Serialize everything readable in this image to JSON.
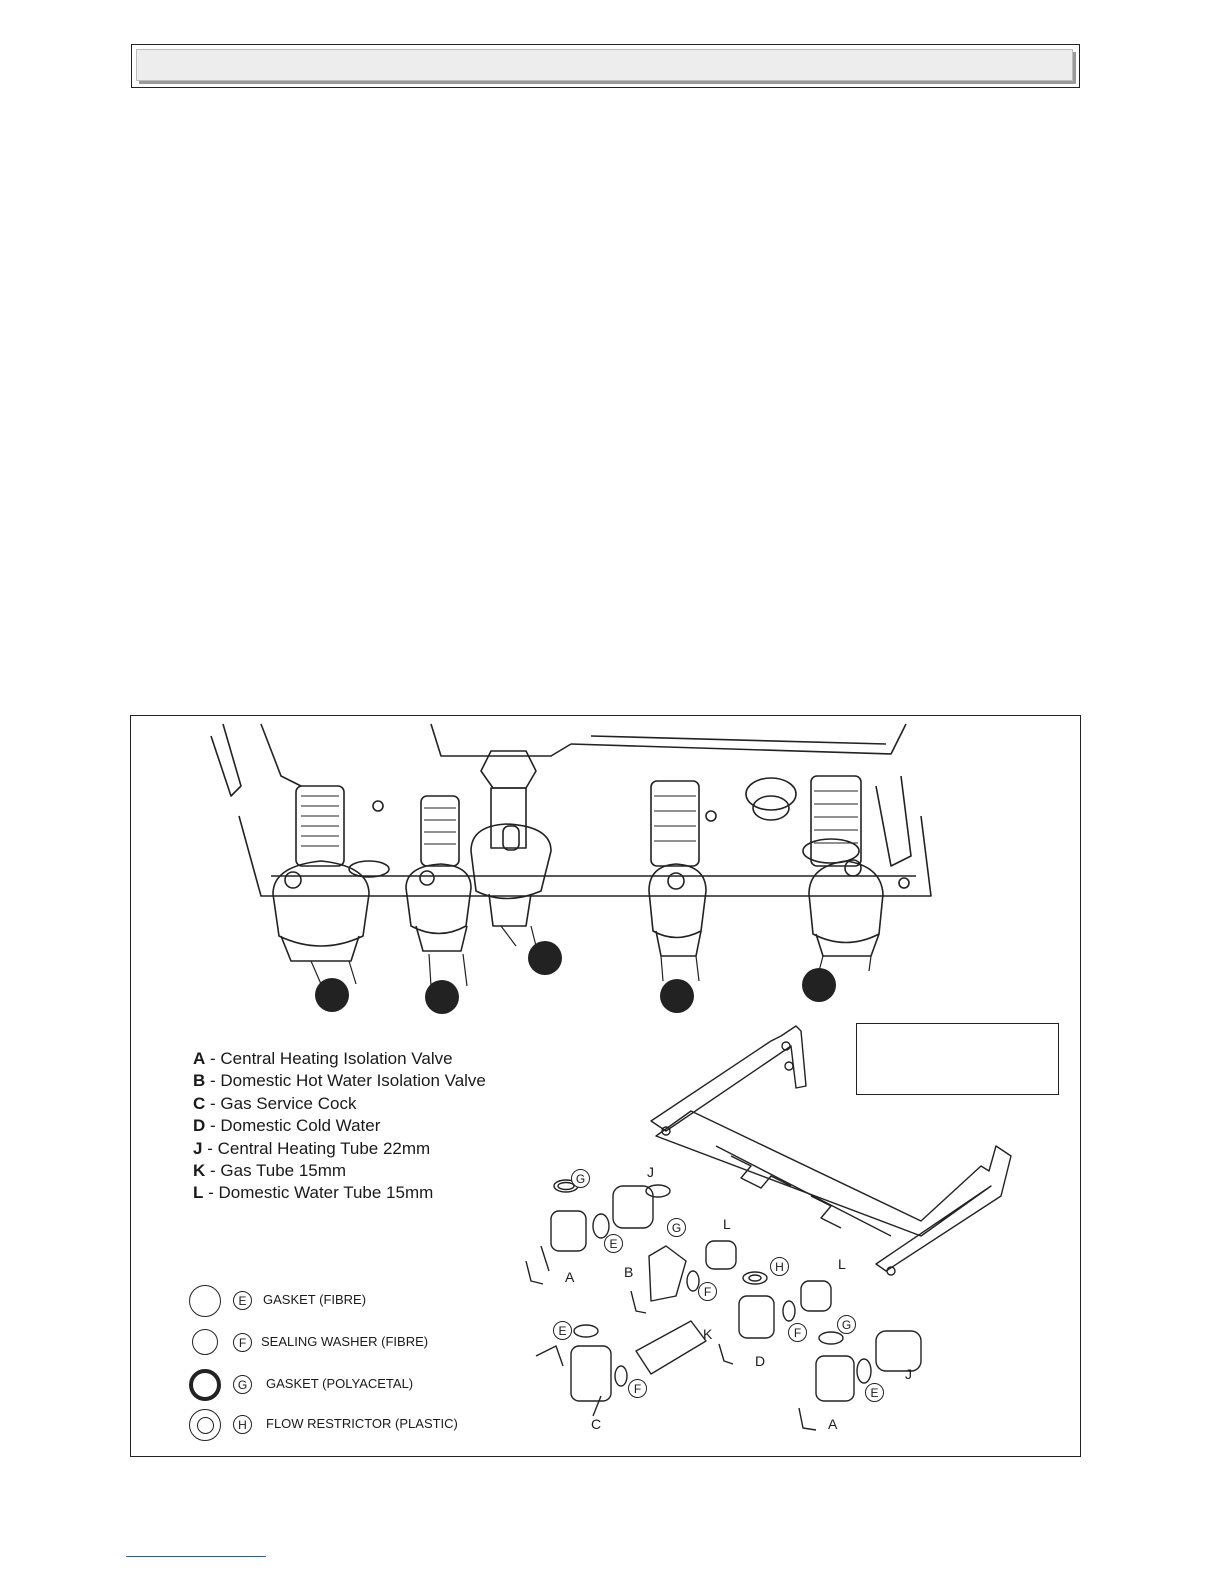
{
  "legend": [
    {
      "key": "A",
      "text": "- Central Heating Isolation Valve"
    },
    {
      "key": "B",
      "text": "- Domestic Hot Water Isolation Valve"
    },
    {
      "key": "C",
      "text": "- Gas Service Cock"
    },
    {
      "key": "D",
      "text": "- Domestic Cold Water"
    },
    {
      "key": "J",
      "text": "- Central Heating Tube 22mm"
    },
    {
      "key": "K",
      "text": "- Gas Tube 15mm"
    },
    {
      "key": "L",
      "text": "- Domestic Water Tube 15mm"
    }
  ],
  "washers": [
    {
      "code": "E",
      "text": "GASKET (FIBRE)"
    },
    {
      "code": "F",
      "text": "SEALING WASHER (FIBRE)"
    },
    {
      "code": "G",
      "text": "GASKET (POLYACETAL)"
    },
    {
      "code": "H",
      "text": "FLOW RESTRICTOR (PLASTIC)"
    }
  ],
  "parts": {
    "G1": "G",
    "J1": "J",
    "E1": "E",
    "A1": "A",
    "G2": "G",
    "L1": "L",
    "B": "B",
    "F1": "F",
    "H": "H",
    "L2": "L",
    "F2": "F",
    "G3": "G",
    "E2": "E",
    "K": "K",
    "D": "D",
    "F3": "F",
    "J2": "J",
    "E3": "E",
    "C": "C",
    "A2": "A"
  }
}
